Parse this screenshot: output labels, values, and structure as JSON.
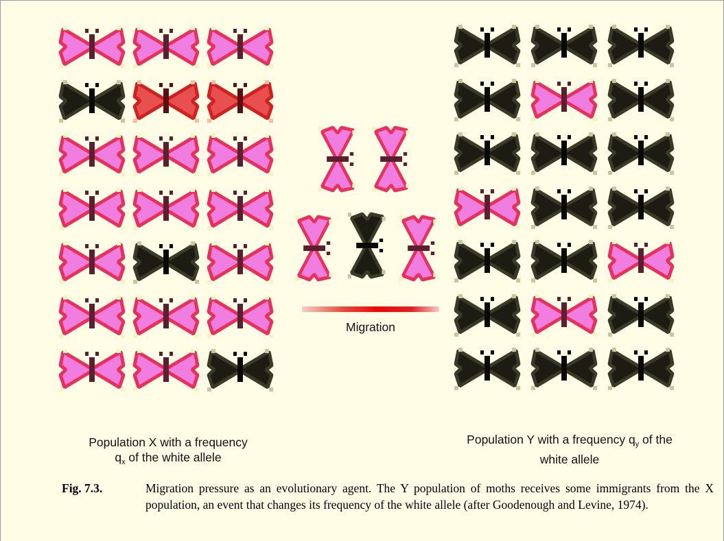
{
  "population_x": {
    "label_line1": "Population  X with a frequency",
    "label_var": "q",
    "label_sub": "x",
    "label_rest": " of the white allele",
    "moths": [
      [
        "pink",
        "pink",
        "pink"
      ],
      [
        "black",
        "red",
        "red"
      ],
      [
        "pink",
        "pink",
        "pink"
      ],
      [
        "pink",
        "pink",
        "pink"
      ],
      [
        "pink",
        "black",
        "pink"
      ],
      [
        "pink",
        "pink",
        "pink"
      ],
      [
        "pink",
        "pink",
        "black"
      ]
    ]
  },
  "population_y": {
    "label_line1_pre": "Population  Y with a frequency ",
    "label_var": "q",
    "label_sub": "y",
    "label_line1_post": " of the",
    "label_line2": "white allele",
    "moths": [
      [
        "black",
        "black",
        "black"
      ],
      [
        "black",
        "pink",
        "black"
      ],
      [
        "black",
        "black",
        "black"
      ],
      [
        "pink",
        "black",
        "black"
      ],
      [
        "black",
        "black",
        "pink"
      ],
      [
        "black",
        "pink",
        "black"
      ],
      [
        "black",
        "black",
        "black"
      ]
    ]
  },
  "migrants": [
    "pink",
    "pink",
    "pink",
    "black",
    "pink"
  ],
  "migration_label": "Migration",
  "caption": {
    "number": "Fig. 7.3.",
    "text": "Migration pressure as an evolutionary agent. The Y population of moths receives some immigrants from the X population, an event that changes its frequency of the white allele (after Goodenough and Levine, 1974)."
  },
  "colors": {
    "background": "#fffde6",
    "pink_wing": "#f07ee0",
    "pink_edge": "#e8305a",
    "red_wing": "#e84040",
    "black_wing": "#1a1a10",
    "arrow": "#ff0000"
  }
}
